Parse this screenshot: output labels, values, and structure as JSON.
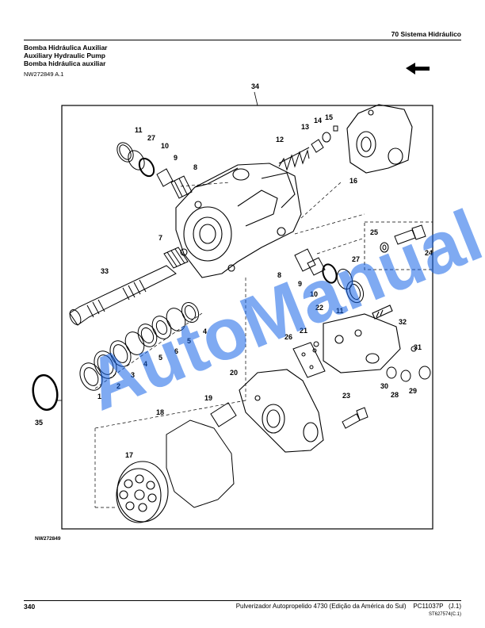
{
  "header": {
    "section": "70 Sistema Hidráulico",
    "title_pt": "Bomba Hidráulica Auxiliar",
    "title_en": "Auxiliary Hydraulic Pump",
    "title_es": "Bomba hidráulica auxiliar",
    "figure_id": "NW272849 A.1"
  },
  "diagram": {
    "frame_callout": "34",
    "callouts": [
      "1",
      "2",
      "3",
      "4",
      "5",
      "6",
      "7",
      "8",
      "9",
      "10",
      "11",
      "12",
      "13",
      "14",
      "15",
      "16",
      "17",
      "18",
      "19",
      "20",
      "21",
      "22",
      "23",
      "24",
      "25",
      "26",
      "27",
      "28",
      "29",
      "30",
      "31",
      "32",
      "33",
      "35"
    ],
    "extra_callouts": {
      "c8b": "8",
      "c9b": "9",
      "c10b": "10",
      "c11b": "11",
      "c27b": "27",
      "c4b": "4",
      "c5b": "5"
    },
    "image_label": "NW272849",
    "watermark": "AutoManual.net",
    "arrow_icon": "direction-arrow-icon"
  },
  "footer": {
    "page_number": "340",
    "title": "Pulverizador Autopropelido 4730 (Edição da América do Sul)    PC11037P   (J.1)",
    "code": "ST627574(C.1)"
  }
}
